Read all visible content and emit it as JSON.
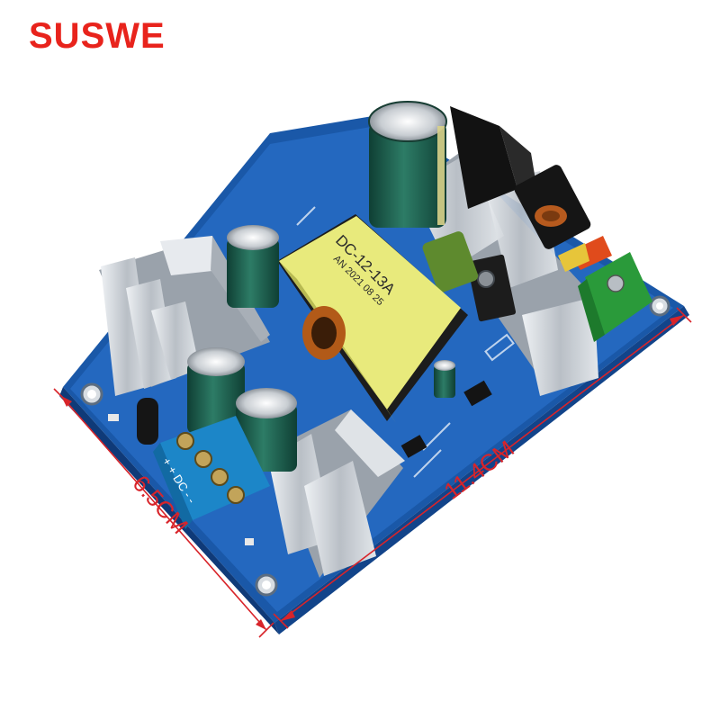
{
  "brand": {
    "name": "SUSWE",
    "color": "#e8231c"
  },
  "product": {
    "transformer_label_line1": "DC-12-13A",
    "transformer_label_line2": "AN 2021 08 25",
    "terminal_label": "+ + DC - -"
  },
  "dimensions": {
    "length_label": "11.4CM",
    "width_label": "6.5CM",
    "line_color": "#d8242a"
  },
  "colors": {
    "pcb": "#1f63b8",
    "heatsink": "#c9ced4",
    "transformer": "#e8ea7c",
    "capacitor": "#1a5a4a"
  }
}
